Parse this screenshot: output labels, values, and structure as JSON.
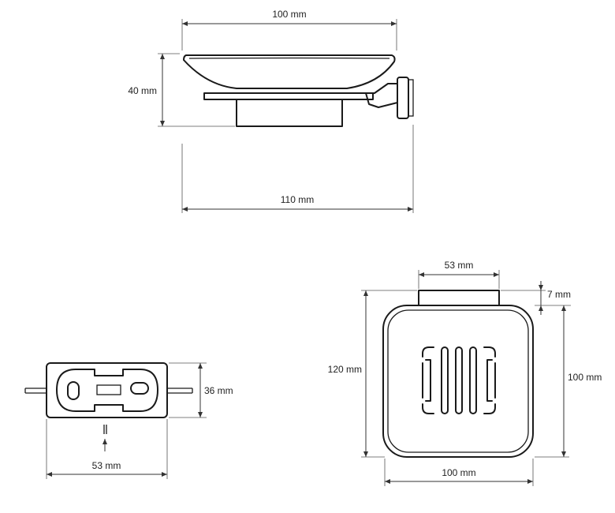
{
  "dimensions": {
    "top_width": "100 mm",
    "top_height": "40 mm",
    "top_depth": "110 mm",
    "bracket_height": "36 mm",
    "bracket_width": "53 mm",
    "plan_top_width": "53 mm",
    "plan_top_offset": "7 mm",
    "plan_height_total": "120 mm",
    "plan_height": "100 mm",
    "plan_width": "100 mm"
  }
}
